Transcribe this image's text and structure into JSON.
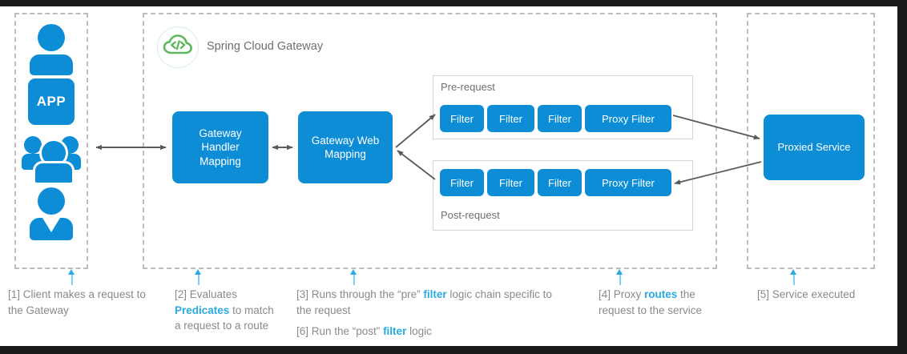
{
  "diagram": {
    "title": "Spring Cloud Gateway",
    "logo_icon": "cloud-code-icon"
  },
  "client_zone": {
    "icons": [
      {
        "name": "user-icon",
        "label": ""
      },
      {
        "name": "app-tile-icon",
        "label": "APP"
      },
      {
        "name": "user-group-icon",
        "label": ""
      },
      {
        "name": "business-user-icon",
        "label": ""
      }
    ],
    "app_label": "APP"
  },
  "gateway_zone": {
    "handler_box": "Gateway Handler Mapping",
    "handler_lines": [
      "Gateway",
      "Handler",
      "Mapping"
    ],
    "webmapping_box": "Gateway Web Mapping",
    "webmapping_lines": [
      "Gateway Web",
      "Mapping"
    ],
    "pre_request": {
      "label": "Pre-request",
      "filters": [
        "Filter",
        "Filter",
        "Filter",
        "Proxy Filter"
      ]
    },
    "post_request": {
      "label": "Post-request",
      "filters": [
        "Filter",
        "Filter",
        "Filter",
        "Proxy Filter"
      ]
    }
  },
  "service_zone": {
    "proxied_service_box": "Proxied Service"
  },
  "captions": [
    {
      "id": "1",
      "lines": [
        {
          "segments": [
            {
              "text": "[1] Client makes a request to the Gateway",
              "highlight": false
            }
          ]
        }
      ]
    },
    {
      "id": "2",
      "lines": [
        {
          "segments": [
            {
              "text": "[2] Evaluates ",
              "highlight": false
            },
            {
              "text": "Predicates",
              "highlight": true
            },
            {
              "text": " to match a request to a route",
              "highlight": false
            }
          ]
        }
      ]
    },
    {
      "id": "3",
      "lines": [
        {
          "segments": [
            {
              "text": "[3] Runs through the “pre” ",
              "highlight": false
            },
            {
              "text": "filter",
              "highlight": true
            },
            {
              "text": " logic chain specific to the request",
              "highlight": false
            }
          ]
        },
        {
          "segments": [
            {
              "text": "[6] Run the “post” ",
              "highlight": false
            },
            {
              "text": "filter",
              "highlight": true
            },
            {
              "text": " logic",
              "highlight": false
            }
          ]
        }
      ]
    },
    {
      "id": "4",
      "lines": [
        {
          "segments": [
            {
              "text": "[4] Proxy ",
              "highlight": false
            },
            {
              "text": "routes",
              "highlight": true
            },
            {
              "text": " the request to the service",
              "highlight": false
            }
          ]
        }
      ]
    },
    {
      "id": "5",
      "lines": [
        {
          "segments": [
            {
              "text": "[5] Service executed",
              "highlight": false
            }
          ]
        }
      ]
    }
  ],
  "colors": {
    "blue": "#0d8dd6",
    "accent": "#29abe2",
    "logo_green": "#5cb85c",
    "dashed_border": "#bdbdbd",
    "arrow": "#5a5a5a",
    "caption_text": "#8a8a8a"
  }
}
